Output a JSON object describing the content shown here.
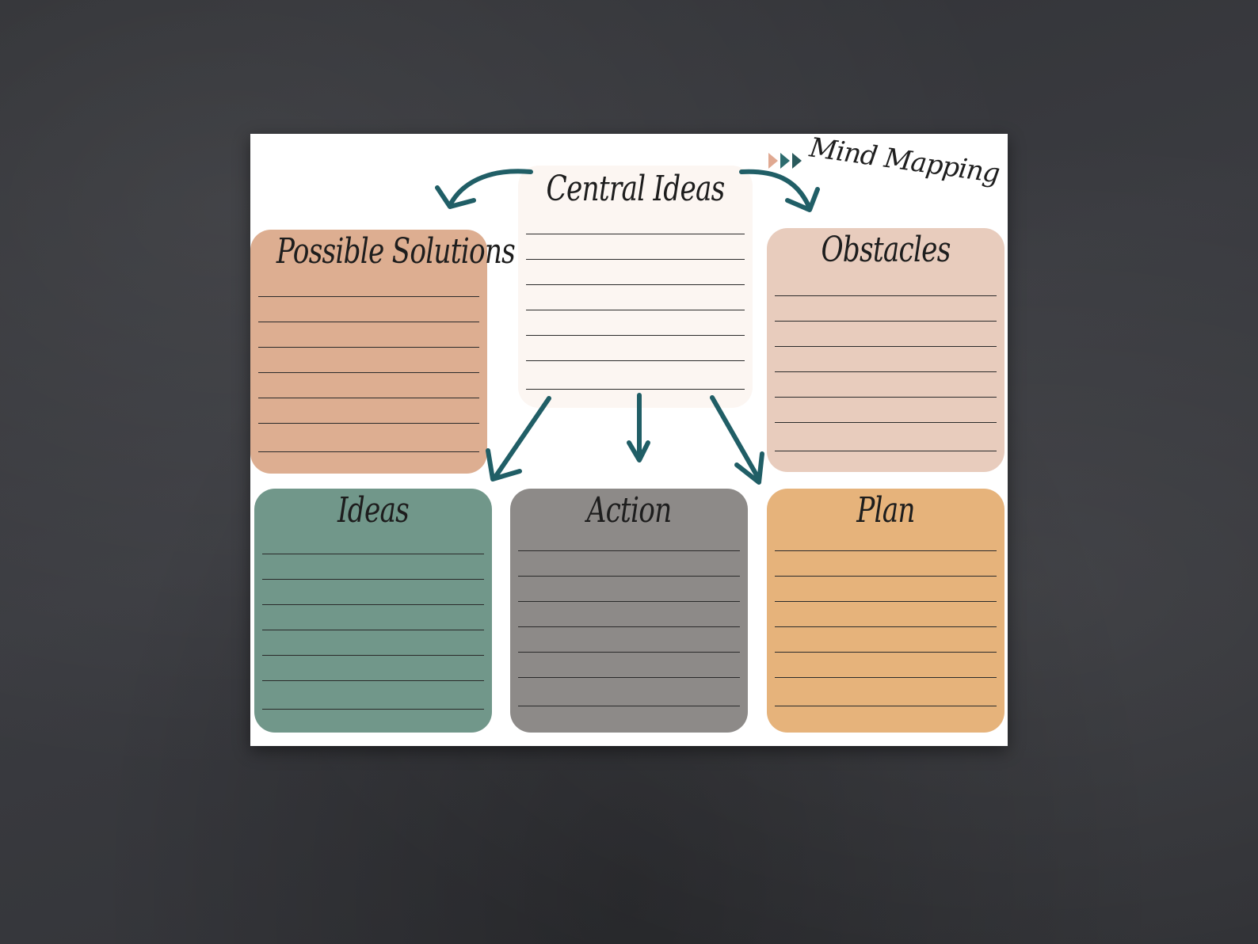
{
  "header": {
    "title": "Mind Mapping",
    "chevron_colors": [
      "#e0a992",
      "#2d6c6f",
      "#2a5a5c"
    ]
  },
  "cards": {
    "central": {
      "title": "Central Ideas",
      "color": "#fcf6f2"
    },
    "solutions": {
      "title": "Possible Solutions",
      "color": "#ddae91"
    },
    "obstacles": {
      "title": "Obstacles",
      "color": "#e8ccbd"
    },
    "ideas": {
      "title": "Ideas",
      "color": "#71978a"
    },
    "action": {
      "title": "Action",
      "color": "#8d8a88"
    },
    "plan": {
      "title": "Plan",
      "color": "#e6b37b"
    }
  },
  "colors": {
    "arrow": "#205e66"
  }
}
